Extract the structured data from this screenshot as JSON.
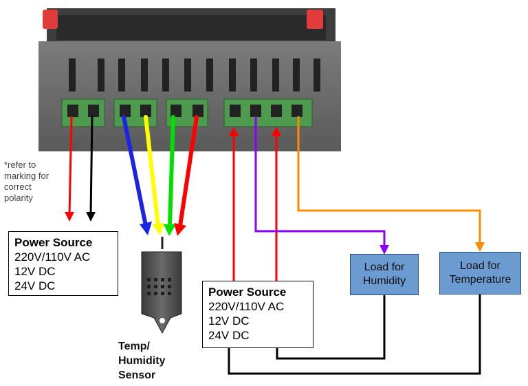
{
  "note": {
    "lines": [
      "*refer to",
      "marking for",
      "correct",
      "polarity"
    ]
  },
  "power_left": {
    "title": "Power Source",
    "lines": [
      "220V/110V AC",
      "12V DC",
      "24V DC"
    ]
  },
  "power_center": {
    "title": "Power Source",
    "lines": [
      "220V/110V AC",
      "12V DC",
      "24V DC"
    ]
  },
  "sensor": {
    "lines": [
      "Temp/",
      "Humidity",
      "Sensor"
    ]
  },
  "load_humidity": {
    "lines": [
      "Load for",
      "Humidity"
    ]
  },
  "load_temperature": {
    "lines": [
      "Load for",
      "Temperature"
    ]
  },
  "colors": {
    "red": "#ff0000",
    "black": "#000000",
    "blue": "#1a24e6",
    "yellow": "#ffff00",
    "green": "#00e000",
    "purple": "#8a00ff",
    "orange": "#ff8c00",
    "load_fill": "#6b9bd0",
    "terminal_green": "#5aa55a"
  }
}
